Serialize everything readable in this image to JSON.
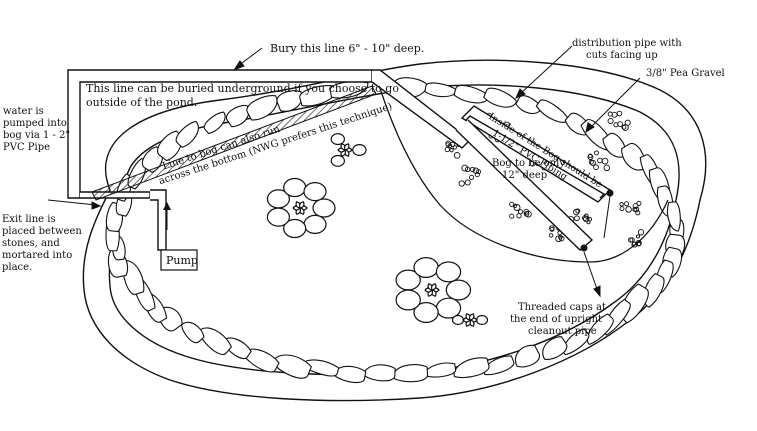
{
  "labels": {
    "bury_line": "Bury this line 6\" - 10\" deep.",
    "line_buried_1": "This line can be buried underground if you choose to go",
    "line_buried_2": "outside of the pond.",
    "water_pumped_1": "water is",
    "water_pumped_2": "pumped into",
    "water_pumped_3": "bog via 1 - 2\"",
    "water_pumped_4": "PVC Pipe",
    "exit_line_1": "Exit line is",
    "exit_line_2": "placed between",
    "exit_line_3": "stones, and",
    "exit_line_4": "mortared into",
    "exit_line_5": "place.",
    "pump": "Pump",
    "line_to_bog_1": "Line to bog can also run",
    "line_to_bog_2": "across the bottom (NWG prefers this technique)",
    "distribution_1": "distribution pipe with",
    "distribution_2": "cuts facing up",
    "pea_gravel": "3/8\" Pea Gravel",
    "inside_bog_1": "Inside of the Bog should be",
    "inside_bog_2": "1-1/2\" PVC Piping",
    "bog_depth_1": "Bog to be only",
    "bog_depth_2": "12\" deep",
    "threaded_1": "Threaded caps at",
    "threaded_2": "the end of upright",
    "threaded_3": "cleanout pipe"
  },
  "colors": {
    "ink": "#111111",
    "background": "#ffffff"
  }
}
